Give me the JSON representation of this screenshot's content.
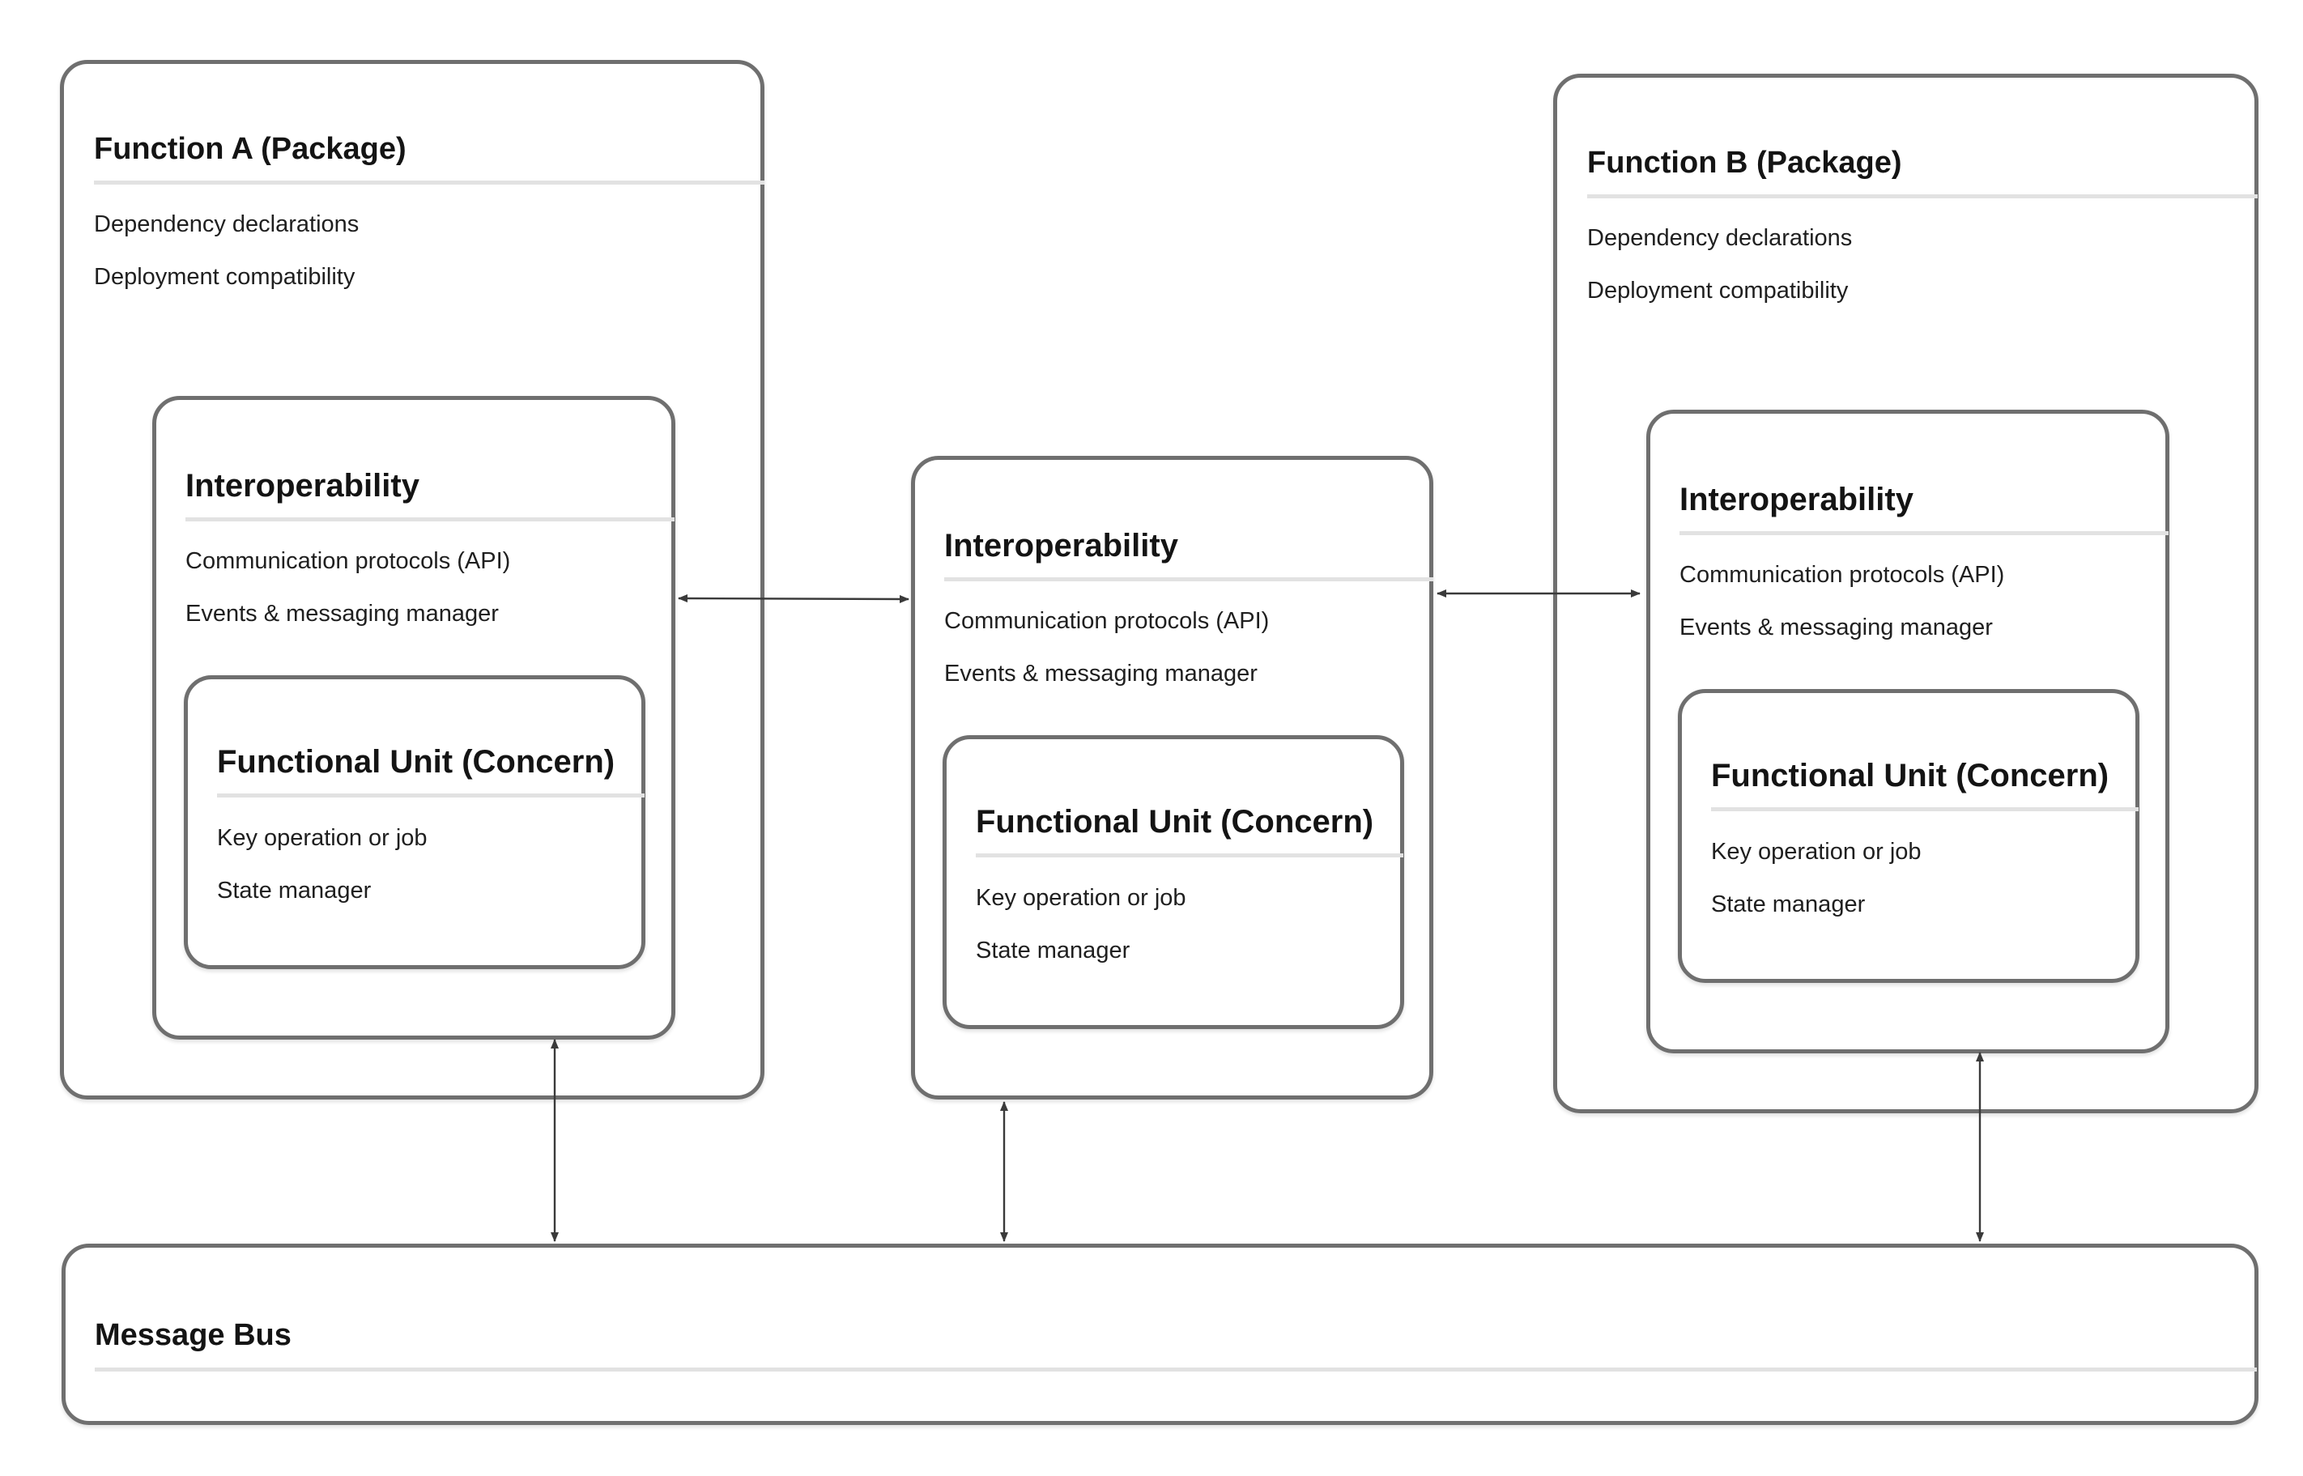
{
  "function_a": {
    "title": "Function A (Package)",
    "items": [
      "Dependency declarations",
      "Deployment compatibility"
    ],
    "interoperability": {
      "title": "Interoperability",
      "items": [
        "Communication protocols (API)",
        "Events & messaging manager"
      ],
      "functional_unit": {
        "title": "Functional Unit (Concern)",
        "items": [
          "Key operation or job",
          "State manager"
        ]
      }
    }
  },
  "middle": {
    "interoperability": {
      "title": "Interoperability",
      "items": [
        "Communication protocols (API)",
        "Events & messaging manager"
      ],
      "functional_unit": {
        "title": "Functional Unit (Concern)",
        "items": [
          "Key operation or job",
          "State manager"
        ]
      }
    }
  },
  "function_b": {
    "title": "Function B (Package)",
    "items": [
      "Dependency declarations",
      "Deployment compatibility"
    ],
    "interoperability": {
      "title": "Interoperability",
      "items": [
        "Communication protocols (API)",
        "Events & messaging manager"
      ],
      "functional_unit": {
        "title": "Functional Unit (Concern)",
        "items": [
          "Key operation or job",
          "State manager"
        ]
      }
    }
  },
  "message_bus": {
    "title": "Message Bus"
  },
  "colors": {
    "border": "#6f6f6f",
    "rule": "#e2e2e2",
    "arrow": "#3a3a3a",
    "text": "#1a1a1a"
  }
}
